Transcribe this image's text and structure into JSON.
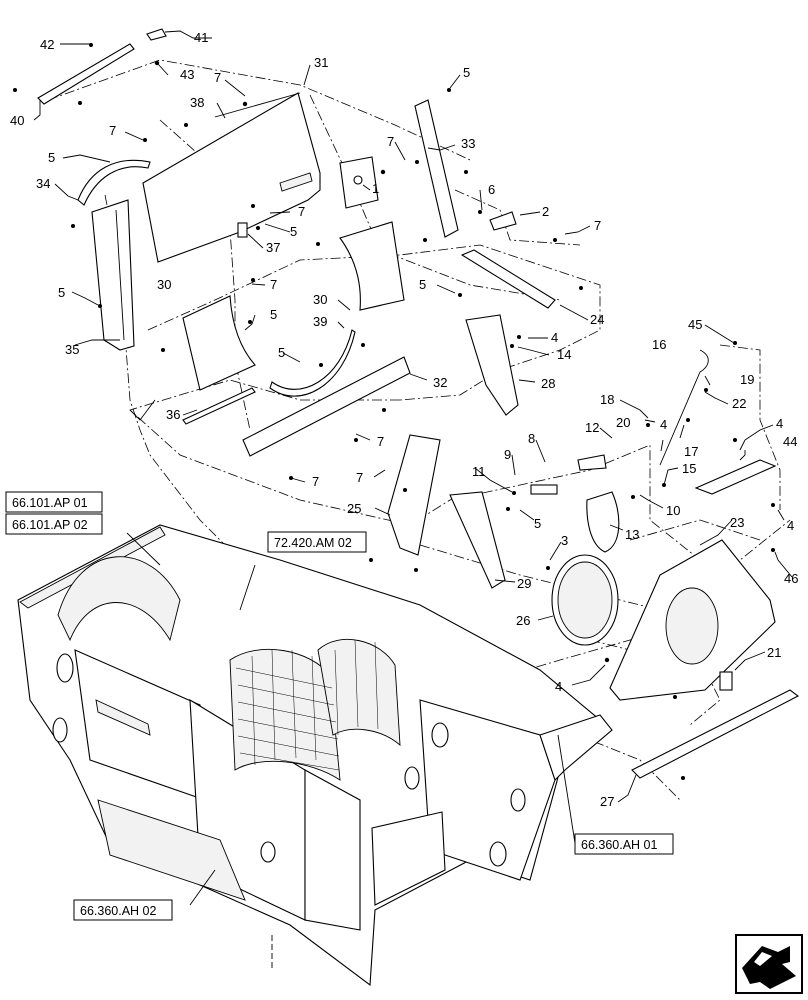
{
  "callouts": [
    "1",
    "2",
    "3",
    "4",
    "5",
    "6",
    "7",
    "8",
    "9",
    "10",
    "11",
    "12",
    "13",
    "14",
    "15",
    "16",
    "17",
    "18",
    "19",
    "20",
    "21",
    "22",
    "23",
    "24",
    "25",
    "26",
    "27",
    "28",
    "29",
    "30",
    "31",
    "32",
    "33",
    "34",
    "35",
    "36",
    "37",
    "38",
    "39",
    "40",
    "41",
    "42",
    "43",
    "44",
    "45",
    "46"
  ],
  "references": {
    "ap01": "66.101.AP 01",
    "ap02": "66.101.AP 02",
    "am02": "72.420.AM 02",
    "ah01": "66.360.AH 01",
    "ah02": "66.360.AH 02"
  },
  "navigation_icon": "next-page-arrow-icon"
}
